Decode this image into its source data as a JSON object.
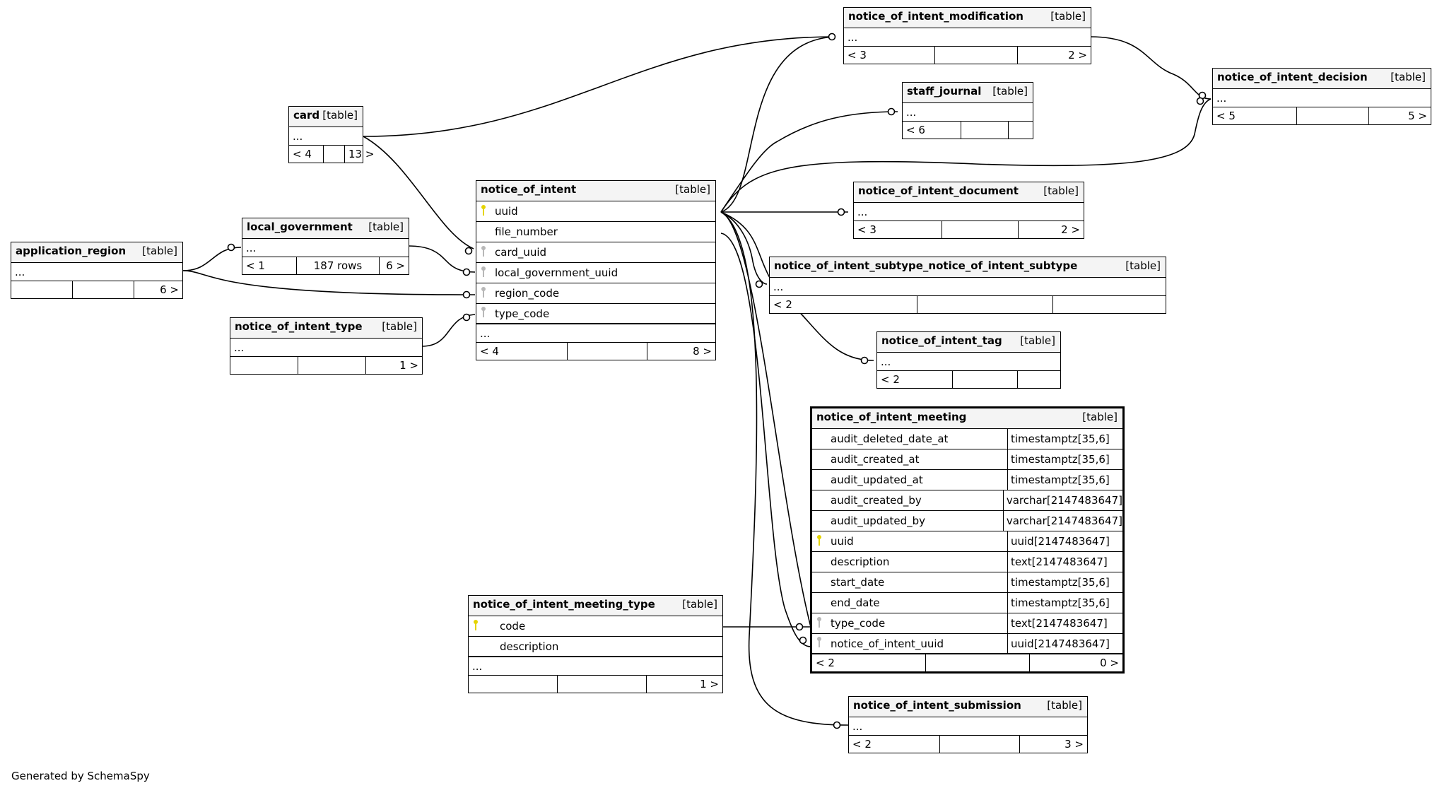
{
  "footer": "Generated by SchemaSpy",
  "colors": {
    "primary_key": "#e5d400",
    "foreign_key": "#b8b8b8",
    "header_bg": "#f4f4f4"
  },
  "tables": {
    "notice_of_intent_modification": {
      "name": "notice_of_intent_modification",
      "type": "[table]",
      "ellipsis": "...",
      "footer": [
        "< 3",
        "",
        "2 >"
      ]
    },
    "notice_of_intent_decision": {
      "name": "notice_of_intent_decision",
      "type": "[table]",
      "ellipsis": "...",
      "footer": [
        "< 5",
        "",
        "5 >"
      ]
    },
    "staff_journal": {
      "name": "staff_journal",
      "type": "[table]",
      "ellipsis": "...",
      "footer": [
        "< 6",
        "",
        ""
      ]
    },
    "card": {
      "name": "card",
      "type": "[table]",
      "ellipsis": "...",
      "footer": [
        "< 4",
        "",
        "13 >"
      ]
    },
    "notice_of_intent": {
      "name": "notice_of_intent",
      "type": "[table]",
      "columns": [
        {
          "name": "uuid",
          "key": "pk"
        },
        {
          "name": "file_number",
          "key": ""
        },
        {
          "name": "card_uuid",
          "key": "fk"
        },
        {
          "name": "local_government_uuid",
          "key": "fk"
        },
        {
          "name": "region_code",
          "key": "fk"
        },
        {
          "name": "type_code",
          "key": "fk"
        }
      ],
      "ellipsis": "...",
      "footer": [
        "< 4",
        "",
        "8 >"
      ]
    },
    "notice_of_intent_document": {
      "name": "notice_of_intent_document",
      "type": "[table]",
      "ellipsis": "...",
      "footer": [
        "< 3",
        "",
        "2 >"
      ]
    },
    "local_government": {
      "name": "local_government",
      "type": "[table]",
      "ellipsis": "...",
      "footer": [
        "< 1",
        "187 rows",
        "6 >"
      ]
    },
    "application_region": {
      "name": "application_region",
      "type": "[table]",
      "ellipsis": "...",
      "footer": [
        "",
        "",
        "6 >"
      ]
    },
    "notice_of_intent_subtype_notice_of_intent_subtype": {
      "name": "notice_of_intent_subtype_notice_of_intent_subtype",
      "type": "[table]",
      "ellipsis": "...",
      "footer": [
        "< 2",
        "",
        ""
      ]
    },
    "notice_of_intent_type": {
      "name": "notice_of_intent_type",
      "type": "[table]",
      "ellipsis": "...",
      "footer": [
        "",
        "",
        "1 >"
      ]
    },
    "notice_of_intent_tag": {
      "name": "notice_of_intent_tag",
      "type": "[table]",
      "ellipsis": "...",
      "footer": [
        "< 2",
        "",
        ""
      ]
    },
    "notice_of_intent_meeting": {
      "name": "notice_of_intent_meeting",
      "type": "[table]",
      "columns": [
        {
          "name": "audit_deleted_date_at",
          "type": "timestamptz[35,6]",
          "key": ""
        },
        {
          "name": "audit_created_at",
          "type": "timestamptz[35,6]",
          "key": ""
        },
        {
          "name": "audit_updated_at",
          "type": "timestamptz[35,6]",
          "key": ""
        },
        {
          "name": "audit_created_by",
          "type": "varchar[2147483647]",
          "key": ""
        },
        {
          "name": "audit_updated_by",
          "type": "varchar[2147483647]",
          "key": ""
        },
        {
          "name": "uuid",
          "type": "uuid[2147483647]",
          "key": "pk"
        },
        {
          "name": "description",
          "type": "text[2147483647]",
          "key": ""
        },
        {
          "name": "start_date",
          "type": "timestamptz[35,6]",
          "key": ""
        },
        {
          "name": "end_date",
          "type": "timestamptz[35,6]",
          "key": ""
        },
        {
          "name": "type_code",
          "type": "text[2147483647]",
          "key": "fk"
        },
        {
          "name": "notice_of_intent_uuid",
          "type": "uuid[2147483647]",
          "key": "fk"
        }
      ],
      "footer": [
        "< 2",
        "",
        "0 >"
      ]
    },
    "notice_of_intent_meeting_type": {
      "name": "notice_of_intent_meeting_type",
      "type": "[table]",
      "columns": [
        {
          "name": "code",
          "key": "pk"
        },
        {
          "name": "description",
          "key": ""
        }
      ],
      "ellipsis": "...",
      "footer": [
        "",
        "",
        "1 >"
      ]
    },
    "notice_of_intent_submission": {
      "name": "notice_of_intent_submission",
      "type": "[table]",
      "ellipsis": "...",
      "footer": [
        "< 2",
        "",
        "3 >"
      ]
    }
  }
}
